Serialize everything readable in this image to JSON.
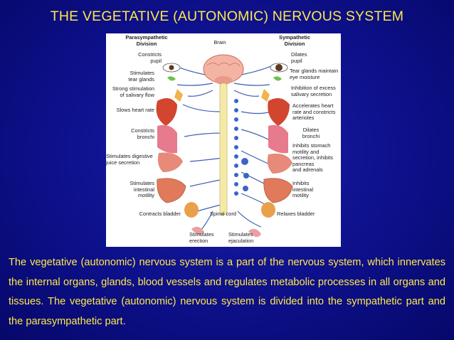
{
  "slide": {
    "title": "THE VEGETATIVE (AUTONOMIC) NERVOUS SYSTEM",
    "description": "The vegetative (autonomic) nervous system is a part of the nervous system, which innervates the internal organs, glands, blood vessels and regulates metabolic processes in all organs and tissues. The vegetative (autonomic) nervous system is divided into the sympathetic part and the parasympathetic part."
  },
  "colors": {
    "background": "#0d108a",
    "title_text": "#ffe84a",
    "parasympathetic_nerves": "#3b5fb0",
    "sympathetic_nerves": "#3b5fb0",
    "spinal_cord": "#f5e9a8",
    "ganglia": "#3a64c8"
  },
  "diagram": {
    "header_left": "Parasympathetic\nDivision",
    "header_center": "Brain",
    "header_right": "Sympathetic\nDivision",
    "parasympathetic_labels": [
      "Constricts\npupil",
      "Stimulates\ntear glands",
      "Strong stimulation\nof salivary flow",
      "Slows heart rate",
      "Constricts\nbronchi",
      "Stimulates digestive\njuice secretion",
      "Stimulates\nintestinal\nmotility",
      "Contracts bladder"
    ],
    "sympathetic_labels": [
      "Dilates\npupil",
      "Tear glands maintain\neye moisture",
      "Inhibition of excess\nsalivary secretion",
      "Accelerates heart\nrate and constricts\narterioles",
      "Dilates\nbronchi",
      "Inhibits stomach\nmotility and\nsecretion, inhibits\npancreas\nand adrenals",
      "Inhibits\nintestinal\nmotility",
      "Relaxes bladder"
    ],
    "spinal_cord_label": "Spinal cord",
    "bottom_labels": [
      "Stimulates\nerection",
      "Stimulates\nejaculation"
    ]
  }
}
